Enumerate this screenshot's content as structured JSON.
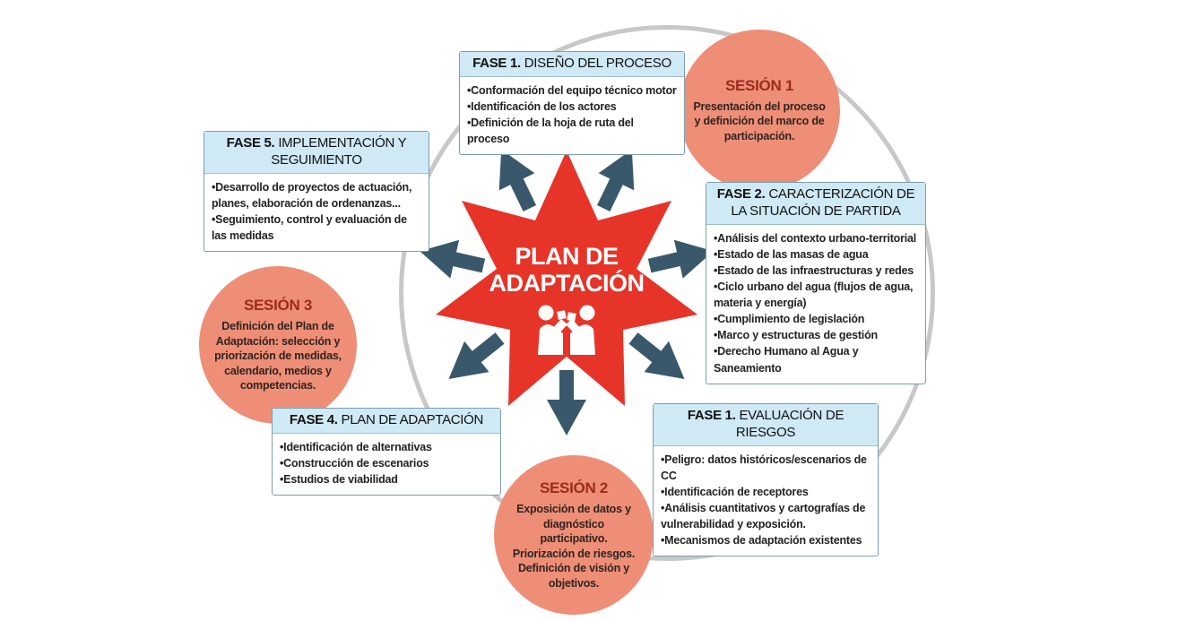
{
  "diagram": {
    "center": {
      "line1": "PLAN DE",
      "line2": "ADAPTACIÓN"
    },
    "phases": [
      {
        "num": "FASE 1.",
        "title": "DISEÑO DEL PROCESO",
        "bullets": [
          "Conformación del equipo técnico motor",
          "Identificación de los actores",
          "Definición de la hoja de ruta del proceso"
        ]
      },
      {
        "num": "FASE 2.",
        "title": "CARACTERIZACIÓN DE LA SITUACIÓN DE PARTIDA",
        "bullets": [
          "Análisis del contexto urbano-territorial",
          "Estado de las masas de agua",
          "Estado de las infraestructuras y redes",
          "Ciclo urbano del agua (flujos de agua, materia y energía)",
          "Cumplimiento de legislación",
          "Marco y estructuras de gestión",
          "Derecho Humano al Agua y Saneamiento"
        ]
      },
      {
        "num": "FASE 1.",
        "title": "EVALUACIÓN DE RIESGOS",
        "bullets": [
          "Peligro: datos históricos/escenarios de CC",
          "Identificación de receptores",
          "Análisis cuantitativos y cartografías de vulnerabilidad y exposición.",
          "Mecanismos de adaptación existentes"
        ]
      },
      {
        "num": "FASE 4.",
        "title": "PLAN DE ADAPTACIÓN",
        "bullets": [
          "Identificación de alternativas",
          "Construcción de escenarios",
          "Estudios de viabilidad"
        ]
      },
      {
        "num": "FASE 5.",
        "title": "IMPLEMENTACIÓN Y SEGUIMIENTO",
        "bullets": [
          "Desarrollo de proyectos de actuación, planes, elaboración de ordenanzas...",
          "Seguimiento, control y evaluación de las medidas"
        ]
      }
    ],
    "sessions": [
      {
        "title": "SESIÓN 1",
        "body": "Presentación del proceso y definición del marco de participación."
      },
      {
        "title": "SESIÓN 2",
        "body": "Exposición de datos y diagnóstico participativo. Priorización de riesgos. Definición de visión y objetivos."
      },
      {
        "title": "SESIÓN 3",
        "body": "Definición del Plan de Adaptación: selección y priorización de medidas, calendario, medios y competencias."
      }
    ],
    "colors": {
      "star_red": "#e63429",
      "arrow_slate": "#3a586b",
      "session_salmon": "#ef8e76",
      "session_title_red": "#9c2b1f",
      "header_blue": "#cfe9f5",
      "box_border": "#7b9dae",
      "circle_gray": "#c8c8c8"
    }
  }
}
